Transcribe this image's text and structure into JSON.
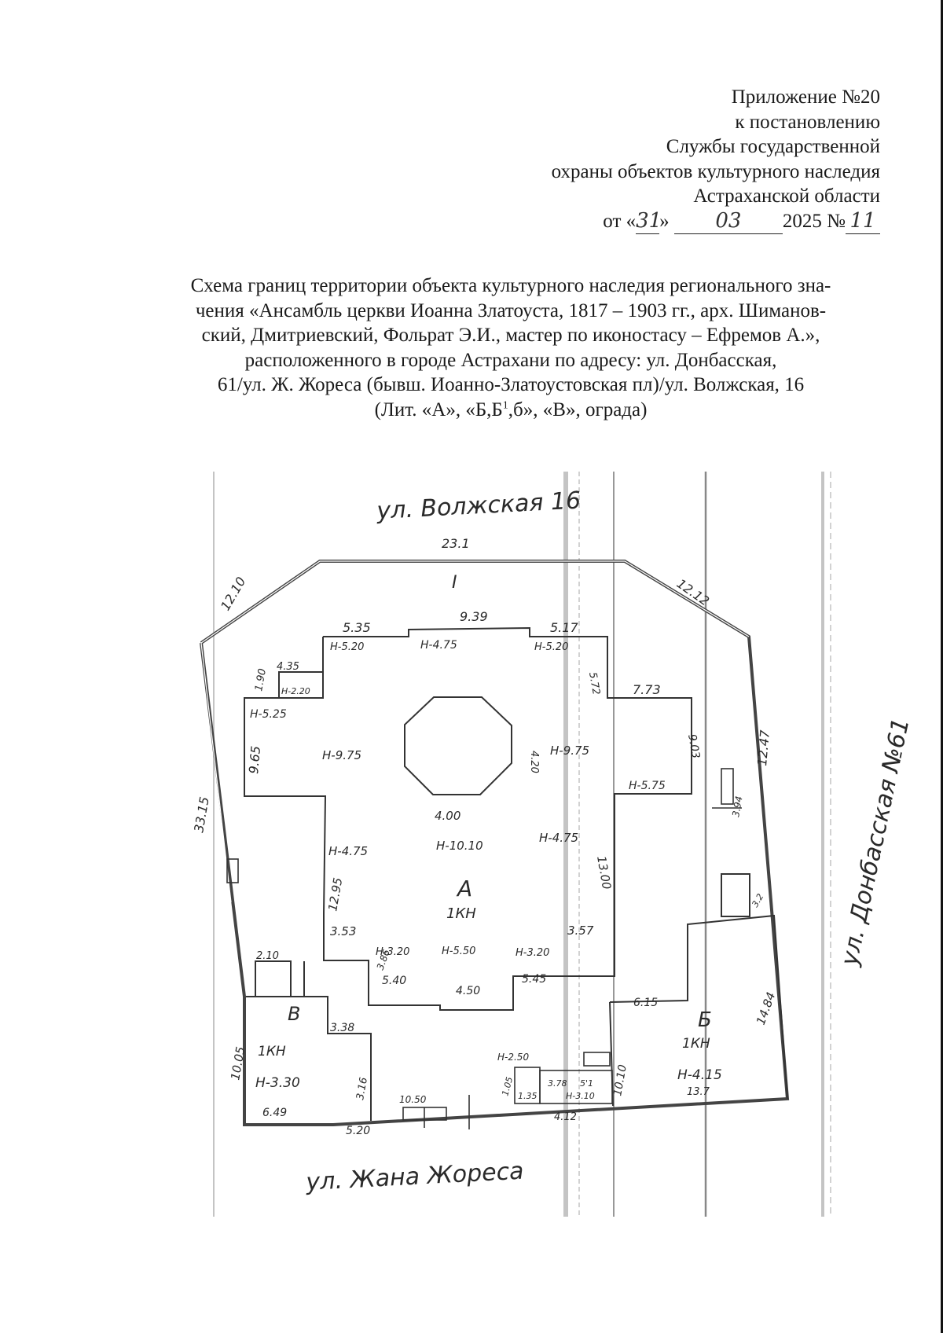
{
  "header": {
    "lines": [
      "Приложение №20",
      "к постановлению",
      "Службы государственной",
      "охраны объектов культурного наследия",
      "Астраханской области"
    ],
    "date_prefix": "от «",
    "date_day": "31",
    "date_mid": "»",
    "date_month": "03",
    "date_year": "2025 №",
    "doc_number": "11"
  },
  "title": {
    "lines": [
      "Схема границ территории объекта культурного наследия регионального зна-",
      "чения «Ансамбль церкви Иоанна Златоуста, 1817 – 1903 гг., арх. Шиманов-",
      "ский, Дмитриевский, Фольрат Э.И., мастер по иконостасу – Ефремов А.»,",
      "расположенного в городе Астрахани по адресу: ул. Донбасская,",
      "61/ул. Ж. Жореса (бывш. Иоанно-Златоустовская пл)/ул. Волжская, 16"
    ],
    "last_line_before_sup": "(Лит. «А», «Б,Б",
    "last_line_sup": "1",
    "last_line_after_sup": ",б», «В», ограда)"
  },
  "plan": {
    "streets": {
      "top": "ул. Волжская 16",
      "right": "ул. Донбасская №61",
      "bottom": "ул. Жана Жореса"
    },
    "buildings": {
      "A": {
        "letter": "А",
        "floors": "1КН",
        "height_center": "Н-10.10"
      },
      "B": {
        "letter": "Б",
        "floors": "1КН",
        "height": "Н-4.15"
      },
      "V": {
        "letter": "В",
        "floors": "1КН",
        "height": "Н-3.30"
      },
      "fence_marker": "I"
    },
    "dimensions": {
      "outer_top": "23.1",
      "outer_top_left": "12.10",
      "outer_top_right": "12.12",
      "outer_left": "33.15",
      "outer_right_upper": "12.47",
      "inner_top_mid": "9.39",
      "inner_top_left": "5.35",
      "inner_top_right": "5.17",
      "inner_h_top_left": "Н-5.20",
      "inner_h_top_mid": "Н-4.75",
      "inner_h_top_right": "Н-5.20",
      "porch_left_w": "4.35",
      "porch_left_h": "1.90",
      "porch_left_hh": "Н-2.20",
      "left_wing_h": "Н-5.25",
      "left_wing_len": "9.65",
      "center_left_h": "Н-9.75",
      "octagon_side": "4.00",
      "octagon_right": "4.20",
      "center_right_h": "Н-9.75",
      "right_upper_side": "5.72",
      "annex_top": "7.73",
      "annex_side": "9.03",
      "annex_h": "Н-5.75",
      "nave_left_h": "Н-4.75",
      "nave_center_h": "Н-10.10",
      "nave_right_h": "Н-4.75",
      "nave_left_len": "12.95",
      "nave_right_len": "13.00",
      "apse_left": "3.53",
      "apse_right": "3.57",
      "apse_h_left": "Н-3.20",
      "apse_h_mid": "Н-5.50",
      "apse_h_right": "Н-3.20",
      "apse_side": "3.86",
      "apse_bottom_left": "5.40",
      "apse_bottom_mid": "4.50",
      "apse_bottom_right": "5.45",
      "v_top": "2.10",
      "v_left": "10.05",
      "v_step": "3.38",
      "v_side": "3.16",
      "v_bottom": "6.49",
      "bottom_wall_1": "5.20",
      "bottom_wall_2": "10.50",
      "small_h": "Н-2.50",
      "small_side": "1.05",
      "small_w": "3.78",
      "small_w2": "1.35",
      "small_h2": "Н-3.10",
      "small_label": "5'1",
      "bottom_wall_3": "4.12",
      "b_wall_left": "10.10",
      "b_top": "6.15",
      "b_right": "14.84",
      "b_bottom": "13.7",
      "right_gate": "3.94",
      "right_small": "3.2"
    }
  }
}
